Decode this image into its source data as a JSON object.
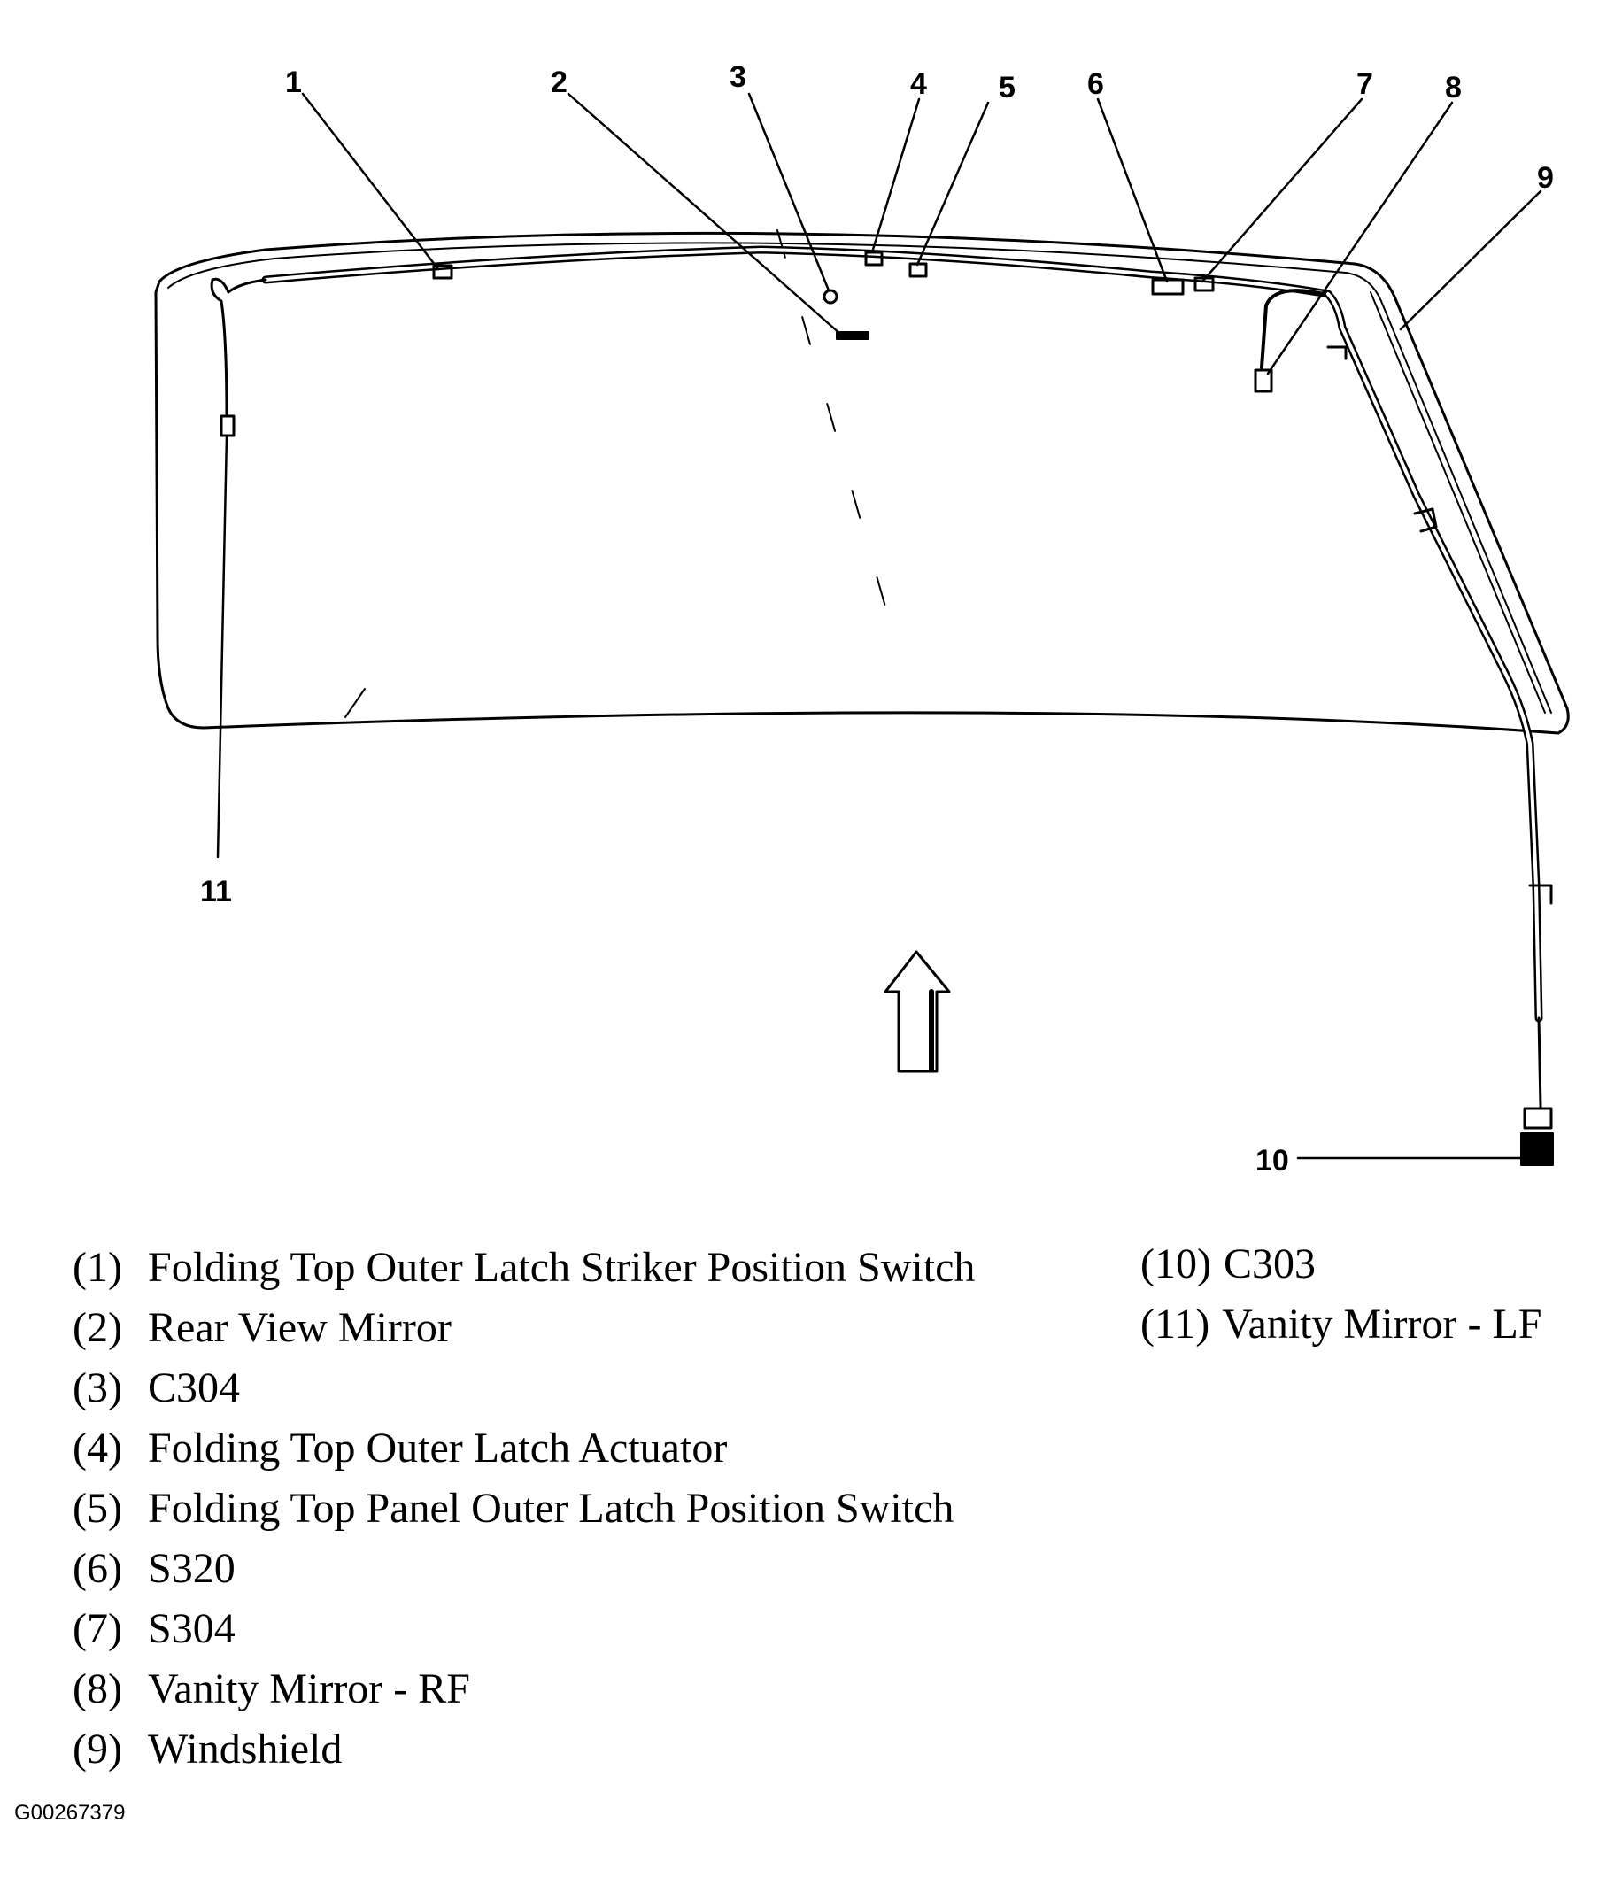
{
  "callout_numbers": [
    "1",
    "2",
    "3",
    "4",
    "5",
    "6",
    "7",
    "8",
    "9",
    "10",
    "11"
  ],
  "legend_left": [
    {
      "num": "(1)",
      "label": "Folding Top Outer Latch Striker Position Switch"
    },
    {
      "num": "(2)",
      "label": "Rear View Mirror"
    },
    {
      "num": "(3)",
      "label": "C304"
    },
    {
      "num": "(4)",
      "label": "Folding Top Outer Latch Actuator"
    },
    {
      "num": "(5)",
      "label": "Folding Top Panel Outer Latch Position Switch"
    },
    {
      "num": "(6)",
      "label": "S320"
    },
    {
      "num": "(7)",
      "label": "S304"
    },
    {
      "num": "(8)",
      "label": "Vanity Mirror - RF"
    },
    {
      "num": "(9)",
      "label": "Windshield"
    }
  ],
  "legend_right": [
    {
      "num": "(10)",
      "label": "C303"
    },
    {
      "num": "(11)",
      "label": "Vanity Mirror - LF"
    }
  ],
  "figure_id": "G00267379"
}
